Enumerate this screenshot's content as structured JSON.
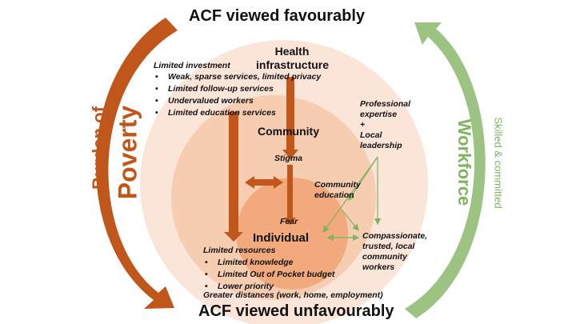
{
  "top_title": "ACF viewed favourably",
  "bottom_title": "ACF viewed unfavourably",
  "left_side": {
    "line1": "Burden of",
    "line2": "Poverty"
  },
  "right_side": {
    "line1": "Workforce",
    "line2": "Skilled & committed"
  },
  "levels": {
    "health_infrastructure": "Health infrastructure",
    "community": "Community",
    "individual": "Individual"
  },
  "limited_investment": {
    "heading": "Limited investment",
    "items": [
      "Weak, sparse services, limited privacy",
      "Limited follow-up services",
      "Undervalued workers",
      "Limited education services"
    ]
  },
  "limited_resources": {
    "heading": "Limited resources",
    "items": [
      "Limited knowledge",
      "Limited Out of Pocket budget",
      "Lower priority"
    ],
    "footer": "Greater distances (work, home, employment)"
  },
  "stigma": "Stigma",
  "fear": "Fear",
  "community_education": "Community education",
  "professional": {
    "line1": "Professional",
    "line2": "expertise",
    "line3": "+",
    "line4": "Local",
    "line5": "leadership"
  },
  "compassionate": "Compassionate, trusted, local community workers",
  "colors": {
    "poverty_arrow": "#C0561A",
    "workforce_arrow": "#9DC383",
    "outer_circle": "#FBE5D9",
    "middle_circle": "#F7CDB2",
    "inner_circle": "#F2A97C",
    "orange_arrow": "#C0561A",
    "green_arrow": "#7FB35F"
  }
}
